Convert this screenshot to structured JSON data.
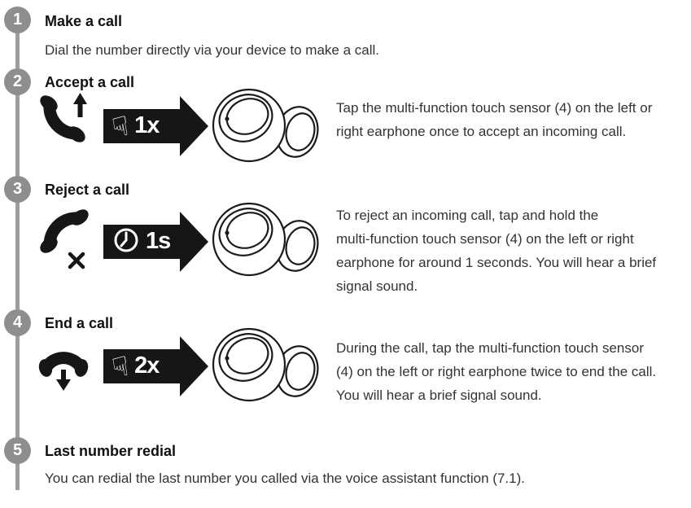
{
  "page": {
    "background": "#ffffff",
    "step_circle_color": "#8e8e8e",
    "timeline_color": "#9e9e9e",
    "icon_color": "#161615",
    "text_color": "#333333",
    "heading_color": "#111111",
    "gesture_badge_bg": "#161615"
  },
  "icons": {
    "tap_finger_glyph": "☟"
  },
  "steps": [
    {
      "number": "1",
      "title": "Make a call",
      "description_lines": [
        "Dial the number directly via your device to make a call."
      ]
    },
    {
      "number": "2",
      "title": "Accept a call",
      "call_icon": "phone-accept-icon",
      "gesture_icon": "tap-finger-icon",
      "gesture_label": "1x",
      "description_lines": [
        "Tap the multi-function touch sensor (4) on the left or",
        "right earphone once to accept an incoming call."
      ]
    },
    {
      "number": "3",
      "title": "Reject a call",
      "call_icon": "phone-reject-icon",
      "gesture_icon": "clock-icon",
      "gesture_label": "1s",
      "description_lines": [
        "To reject an incoming call, tap and hold the",
        "multi-function touch sensor (4) on the left or right",
        "earphone for around 1 seconds. You will hear a brief",
        "signal sound."
      ]
    },
    {
      "number": "4",
      "title": "End a call",
      "call_icon": "phone-hangup-icon",
      "gesture_icon": "tap-finger-icon",
      "gesture_label": "2x",
      "description_lines": [
        "During the call, tap the multi-function touch sensor",
        "(4) on the left or right earphone twice to end the call.",
        "You will hear a brief signal sound."
      ]
    },
    {
      "number": "5",
      "title": "Last number redial",
      "description_lines": [
        "You can redial the last number you called via the voice assistant function (7.1)."
      ]
    }
  ]
}
